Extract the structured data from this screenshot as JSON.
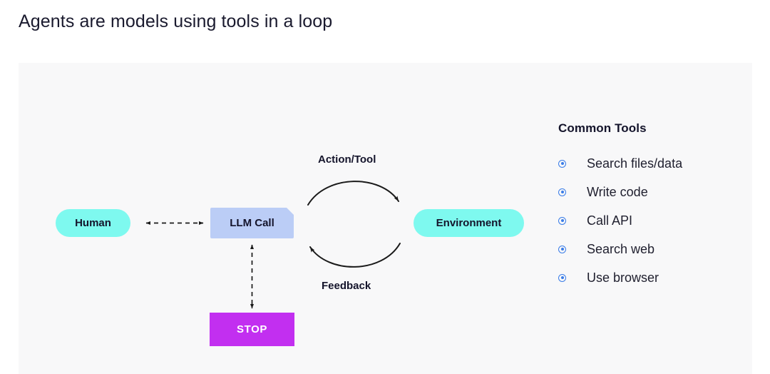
{
  "page": {
    "title": "Agents are models using tools in a loop"
  },
  "diagram": {
    "nodes": {
      "human": {
        "label": "Human",
        "color": "#7ef9ef",
        "shape": "pill"
      },
      "llm_call": {
        "label": "LLM Call",
        "color": "#bbcdf6",
        "shape": "rect-cut-corner"
      },
      "environment": {
        "label": "Environment",
        "color": "#7ef9ef",
        "shape": "pill"
      },
      "stop": {
        "label": "STOP",
        "color": "#c22ff0",
        "text_color": "#ffffff",
        "shape": "rect"
      }
    },
    "loop_labels": {
      "action": "Action/Tool",
      "feedback": "Feedback"
    },
    "connectors": [
      {
        "name": "human-llm",
        "style": "dashed",
        "arrows": "bidirectional",
        "orientation": "horizontal"
      },
      {
        "name": "llm-stop",
        "style": "dashed",
        "arrows": "bidirectional",
        "orientation": "vertical"
      },
      {
        "name": "action-arc",
        "style": "solid",
        "arrows": "right",
        "orientation": "arc-top"
      },
      {
        "name": "feedback-arc",
        "style": "solid",
        "arrows": "left",
        "orientation": "arc-bottom"
      }
    ]
  },
  "tools": {
    "heading": "Common Tools",
    "bullet_color": "#3b7de8",
    "items": [
      {
        "label": "Search files/data"
      },
      {
        "label": "Write code"
      },
      {
        "label": "Call API"
      },
      {
        "label": "Search web"
      },
      {
        "label": "Use browser"
      }
    ]
  }
}
